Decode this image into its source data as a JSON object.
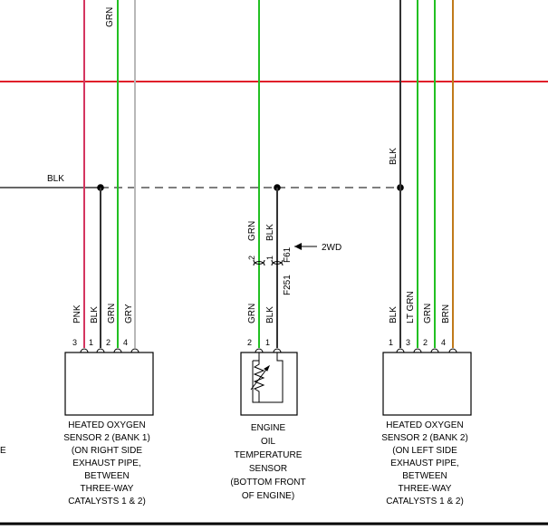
{
  "colors": {
    "red": "#e01f2a",
    "pink": "#d4355f",
    "green": "#22c022",
    "black": "#333333",
    "gray": "#b8b8b8",
    "brown": "#c07a1a"
  },
  "labels": {
    "top_grn": "GRN",
    "blk_bus": "BLK",
    "blk_right_vertical": "BLK",
    "twowd": "2WD",
    "f61": "F61",
    "f251": "F251"
  },
  "left_sensor": {
    "wires": [
      {
        "pin": "3",
        "color": "PNK"
      },
      {
        "pin": "1",
        "color": "BLK"
      },
      {
        "pin": "2",
        "color": "GRN"
      },
      {
        "pin": "4",
        "color": "GRY"
      }
    ],
    "caption": [
      "HEATED OXYGEN",
      "SENSOR 2 (BANK 1)",
      "(ON RIGHT SIDE",
      "EXHAUST PIPE,",
      "BETWEEN",
      "THREE-WAY",
      "CATALYSTS 1 & 2)"
    ]
  },
  "middle_sensor": {
    "upper_wires": [
      {
        "pin": "2",
        "color": "GRN"
      },
      {
        "pin": "1",
        "color": "BLK"
      }
    ],
    "lower_wires": [
      {
        "pin": "2",
        "color": "GRN"
      },
      {
        "pin": "1",
        "color": "BLK"
      }
    ],
    "caption": [
      "ENGINE",
      "OIL",
      "TEMPERATURE",
      "SENSOR",
      "(BOTTOM FRONT",
      "OF ENGINE)"
    ]
  },
  "right_sensor": {
    "wires": [
      {
        "pin": "1",
        "color": "BLK"
      },
      {
        "pin": "3",
        "color": "LT GRN"
      },
      {
        "pin": "2",
        "color": "GRN"
      },
      {
        "pin": "4",
        "color": "BRN"
      }
    ],
    "caption": [
      "HEATED OXYGEN",
      "SENSOR 2 (BANK 2)",
      "(ON LEFT SIDE",
      "EXHAUST PIPE,",
      "BETWEEN",
      "THREE-WAY",
      "CATALYSTS 1 & 2)"
    ]
  },
  "edge_fragment": "E"
}
